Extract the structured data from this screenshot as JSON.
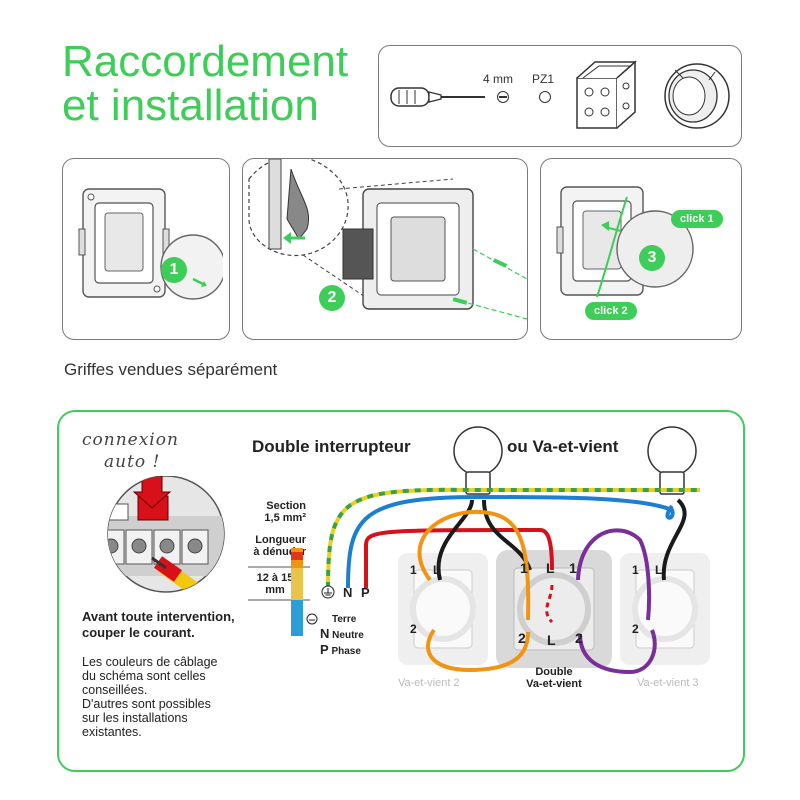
{
  "title": {
    "line1": "Raccordement",
    "line2": "et installation"
  },
  "tools": {
    "screwdriver_size": "4 mm",
    "pz_label": "PZ1"
  },
  "steps": {
    "one": "1",
    "two": "2",
    "three": "3",
    "click1": "click 1",
    "click2": "click 2"
  },
  "claws_note": "Griffes vendues séparément",
  "connexion_auto": {
    "line1": "connexion",
    "line2": "auto !"
  },
  "warning": {
    "line1": "Avant toute intervention,",
    "line2": "couper le courant."
  },
  "note": {
    "l1": "Les couleurs de câblage",
    "l2": "du schéma sont celles",
    "l3": "conseillées.",
    "l4": "D'autres sont possibles",
    "l5": "sur les installations",
    "l6": "existantes."
  },
  "diagram": {
    "title_left": "Double interrupteur",
    "title_right": "ou Va-et-vient",
    "section_label": "Section",
    "section_value": "1,5 mm²",
    "strip_label_l1": "Longueur",
    "strip_label_l2": "à dénuder",
    "strip_value_l1": "12 à 15",
    "strip_value_l2": "mm",
    "terminals": {
      "n": "N",
      "p": "P"
    },
    "legend": {
      "earth": "Terre",
      "n_letter": "N",
      "n_word": "Neutre",
      "p_letter": "P",
      "p_word": "Phase"
    },
    "switches": {
      "left": {
        "label": "Va-et-vient 2",
        "t1": "1",
        "tl": "L",
        "t2": "2"
      },
      "center": {
        "label_l1": "Double",
        "label_l2": "Va-et-vient",
        "t1": "1",
        "tl_top": "L",
        "t1b": "1",
        "t2a": "2",
        "tl_bot": "L",
        "t2b": "2"
      },
      "right": {
        "label": "Va-et-vient 3",
        "t1": "1",
        "tl": "L",
        "t2": "2"
      }
    },
    "wire_colors": {
      "phase": "#d7101a",
      "neutral": "#1c7fd1",
      "earth_yellow": "#e8d21a",
      "earth_green": "#3aa14a",
      "orange": "#f29413",
      "purple": "#7a2e9a",
      "black": "#1a1a1a"
    }
  },
  "colors": {
    "brand_green": "#3dcd58"
  }
}
